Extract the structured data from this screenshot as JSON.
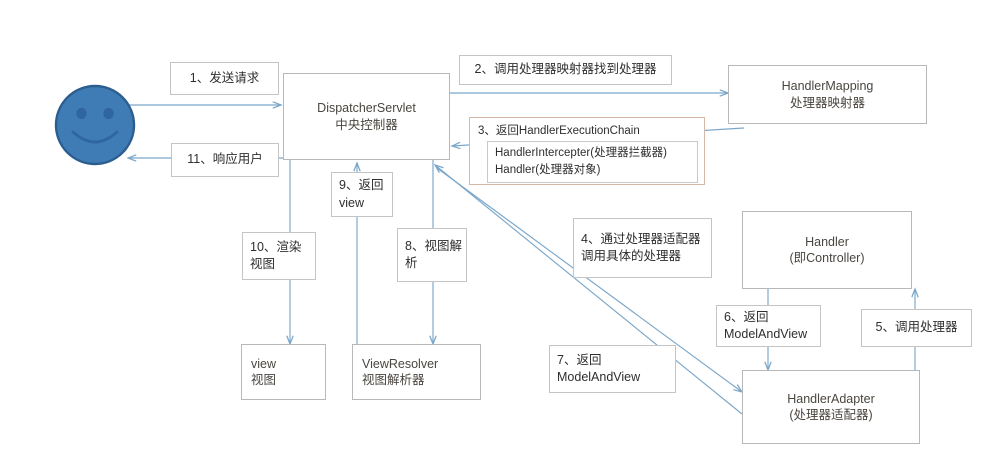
{
  "diagram": {
    "title": "Spring MVC Request Processing Flow",
    "colors": {
      "line": "#7ba7ca",
      "box_border": "#b8b8b8",
      "label_border": "#c4c4c4",
      "label3_border": "#d6b8a8",
      "text": "#3a3a3a",
      "smiley_fill": "#3f7cb5",
      "smiley_stroke": "#2b5d8f",
      "background": "#ffffff"
    }
  },
  "actors": {
    "user": {
      "icon": "smiley-face-icon",
      "name": "user"
    }
  },
  "nodes": [
    {
      "id": "dispatcher-servlet",
      "line1": "DispatcherServlet",
      "line2": "中央控制器"
    },
    {
      "id": "handler-mapping",
      "line1": "HandlerMapping",
      "line2": "处理器映射器"
    },
    {
      "id": "handler",
      "line1": "Handler",
      "line2": "(即Controller)"
    },
    {
      "id": "handler-adapter",
      "line1": "HandlerAdapter",
      "line2": "(处理器适配器)"
    },
    {
      "id": "view-resolver",
      "line1": "ViewResolver",
      "line2": "视图解析器"
    },
    {
      "id": "view",
      "line1": "view",
      "line2": "视图"
    }
  ],
  "labels": [
    {
      "id": "step-1",
      "line1": "1、发送请求"
    },
    {
      "id": "step-2",
      "line1": "2、调用处理器映射器找到处理器"
    },
    {
      "id": "step-4",
      "line1": "4、通过处理器适配器",
      "line2": "调用具体的处理器"
    },
    {
      "id": "step-5",
      "line1": "5、调用处理器"
    },
    {
      "id": "step-6",
      "line1": "6、返回",
      "line2": "ModelAndView"
    },
    {
      "id": "step-7",
      "line1": "7、返回",
      "line2": "ModelAndView"
    },
    {
      "id": "step-8",
      "line1": "8、视图解",
      "line2": "析"
    },
    {
      "id": "step-9",
      "line1": "9、返回",
      "line2": "view"
    },
    {
      "id": "step-10",
      "line1": "10、渲染",
      "line2": "视图"
    },
    {
      "id": "step-11",
      "line1": "11、响应用户"
    }
  ],
  "step3": {
    "id": "step-3",
    "title": "3、返回HandlerExecutionChain",
    "inner_line1": "HandlerIntercepter(处理器拦截器)",
    "inner_line2": "Handler(处理器对象)"
  }
}
